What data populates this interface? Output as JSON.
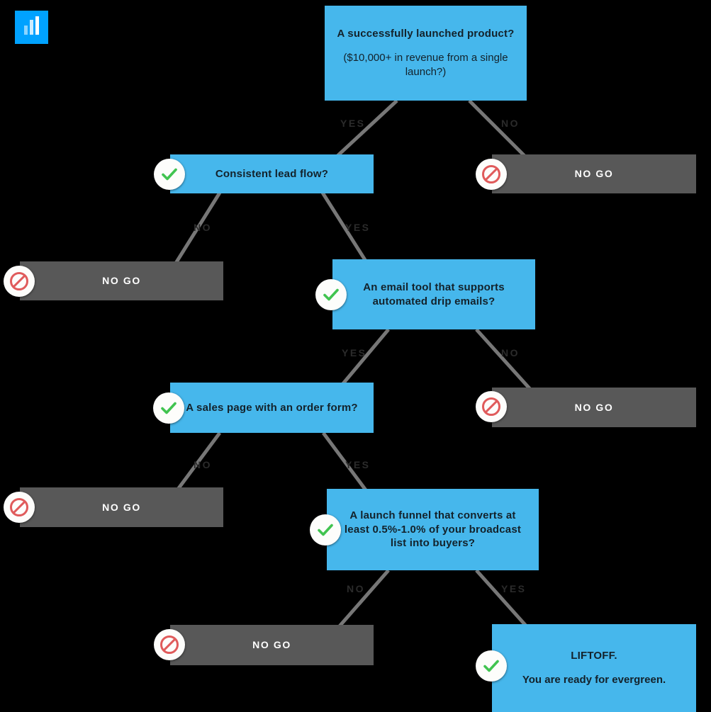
{
  "brand": {
    "logo_icon": "bar-chart-icon",
    "logo_color": "#00A2FF"
  },
  "theme": {
    "background": "#000000",
    "question_box": "#46B7EC",
    "nogo_box": "#585858",
    "connector": "#777777",
    "check_green": "#41C450",
    "block_red": "#E05B5B",
    "question_text": "#13222B",
    "nogo_text": "#FFFFFF",
    "edge_label_text": "#2B2B2B"
  },
  "labels": {
    "yes": "YES",
    "no": "NO"
  },
  "nodes": [
    {
      "id": "n1",
      "type": "question",
      "badge": "none",
      "title": "A successfully launched product?",
      "subtitle": "($10,000+ in revenue from a single launch?)"
    },
    {
      "id": "n2",
      "type": "question",
      "badge": "check",
      "title": "Consistent lead flow?",
      "subtitle": ""
    },
    {
      "id": "n3",
      "type": "nogo",
      "badge": "block",
      "title": "NO GO",
      "subtitle": ""
    },
    {
      "id": "n4",
      "type": "nogo",
      "badge": "block",
      "title": "NO GO",
      "subtitle": ""
    },
    {
      "id": "n5",
      "type": "question",
      "badge": "check",
      "title": "An email tool that supports automated drip emails?",
      "subtitle": ""
    },
    {
      "id": "n6",
      "type": "question",
      "badge": "check",
      "title": "A sales page with an order form?",
      "subtitle": ""
    },
    {
      "id": "n7",
      "type": "nogo",
      "badge": "block",
      "title": "NO GO",
      "subtitle": ""
    },
    {
      "id": "n8",
      "type": "nogo",
      "badge": "block",
      "title": "NO GO",
      "subtitle": ""
    },
    {
      "id": "n9",
      "type": "question",
      "badge": "check",
      "title": "A launch funnel that converts at least 0.5%-1.0% of your broadcast list into buyers?",
      "subtitle": ""
    },
    {
      "id": "n10",
      "type": "nogo",
      "badge": "block",
      "title": "NO GO",
      "subtitle": ""
    },
    {
      "id": "n11",
      "type": "question",
      "badge": "check",
      "title": "LIFTOFF.",
      "subtitle": "You are ready for evergreen."
    }
  ],
  "edges": [
    {
      "from": "n1",
      "to": "n2",
      "label": "YES"
    },
    {
      "from": "n1",
      "to": "n3",
      "label": "NO"
    },
    {
      "from": "n2",
      "to": "n4",
      "label": "NO"
    },
    {
      "from": "n2",
      "to": "n5",
      "label": "YES"
    },
    {
      "from": "n5",
      "to": "n6",
      "label": "YES"
    },
    {
      "from": "n5",
      "to": "n7",
      "label": "NO"
    },
    {
      "from": "n6",
      "to": "n8",
      "label": "NO"
    },
    {
      "from": "n6",
      "to": "n9",
      "label": "YES"
    },
    {
      "from": "n9",
      "to": "n10",
      "label": "NO"
    },
    {
      "from": "n9",
      "to": "n11",
      "label": "YES"
    }
  ]
}
